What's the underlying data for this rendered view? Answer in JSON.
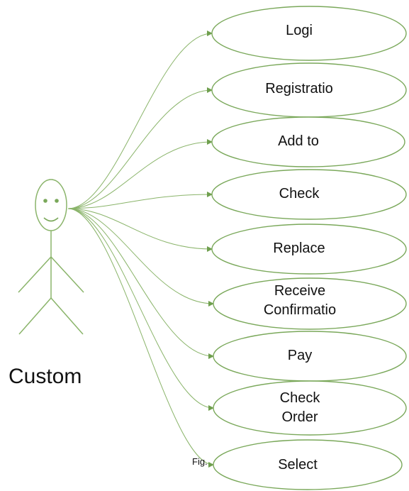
{
  "diagram": {
    "type": "use-case",
    "actor": {
      "name": "Custom"
    },
    "use_cases": [
      {
        "lines": [
          "Logi"
        ]
      },
      {
        "lines": [
          "Registratio"
        ]
      },
      {
        "lines": [
          "Add to"
        ]
      },
      {
        "lines": [
          "Check"
        ]
      },
      {
        "lines": [
          "Replace"
        ]
      },
      {
        "lines": [
          "Receive",
          "Confirmatio"
        ]
      },
      {
        "lines": [
          "Pay"
        ]
      },
      {
        "lines": [
          "Check",
          "Order"
        ]
      },
      {
        "lines": [
          "Select"
        ]
      }
    ],
    "fig_label": "Fig."
  },
  "colors": {
    "line": "#8ab46a",
    "ellipse_stroke": "#7aa85a",
    "arrow": "#6f9f4e",
    "text": "#111111"
  }
}
